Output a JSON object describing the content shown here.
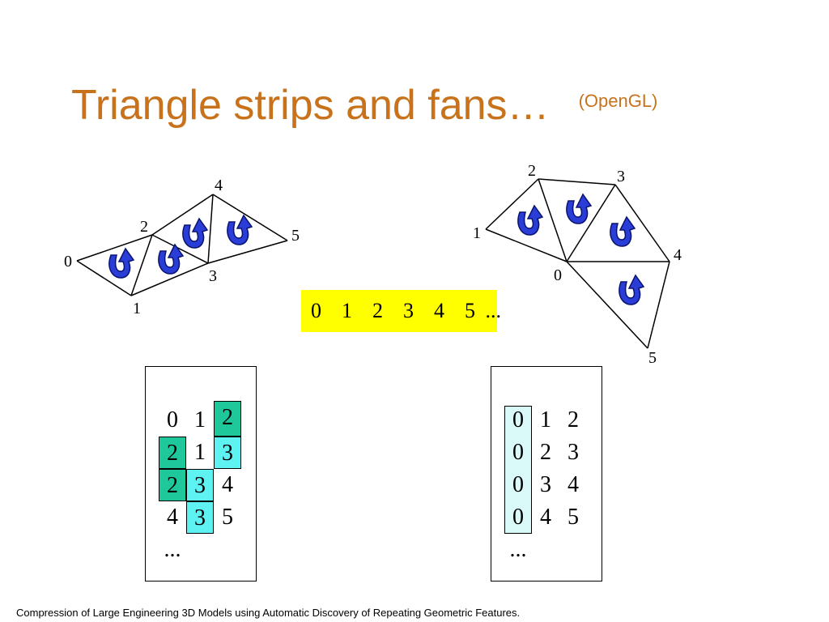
{
  "title": {
    "main": "Triangle strips and fans…",
    "sub": "(OpenGL)"
  },
  "strip_diagram": {
    "vertex_labels": [
      "0",
      "1",
      "2",
      "3",
      "4",
      "5"
    ]
  },
  "fan_diagram": {
    "vertex_labels": [
      "0",
      "1",
      "2",
      "3",
      "4",
      "5"
    ]
  },
  "sequence": "0  1  2  3  4  5 ...",
  "strip_table": {
    "rows": [
      [
        "0",
        "1",
        "2"
      ],
      [
        "2",
        "1",
        "3"
      ],
      [
        "2",
        "3",
        "4"
      ],
      [
        "4",
        "3",
        "5"
      ]
    ],
    "ellipsis": "..."
  },
  "fan_table": {
    "rows": [
      [
        "0",
        "1",
        "2"
      ],
      [
        "0",
        "2",
        "3"
      ],
      [
        "0",
        "3",
        "4"
      ],
      [
        "0",
        "4",
        "5"
      ]
    ],
    "ellipsis": "..."
  },
  "footer": "Compression of Large Engineering 3D Models using Automatic Discovery of Repeating Geometric Features.",
  "colors": {
    "title": "#c8731c",
    "highlight_yellow": "#ffff00",
    "strip_dark": "#1ec89a",
    "strip_light": "#5ef2f2",
    "fan_pale": "#dafafa",
    "arrow_fill": "#2a3dd6"
  }
}
